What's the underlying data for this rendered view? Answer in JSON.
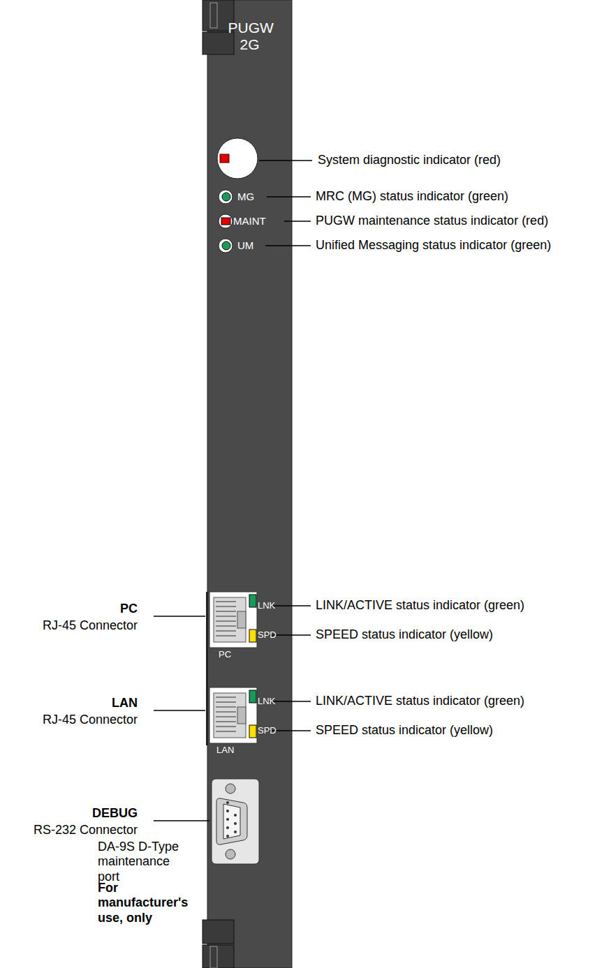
{
  "diagram": {
    "nodes": [
      {
        "text": [
          "PUGW 2G"
        ]
      }
    ],
    "labels": [
      "System diagnostic indicator (red)",
      "MG",
      "MRC (MG) status indicator (green)",
      "MAINT",
      "PUGW maintenance status indicator (red)",
      "UM",
      "Unified Messaging status indicator (green)",
      "PC",
      "RJ-45 Connector",
      "LNK",
      "LINK/ACTIVE status indicator (green)",
      "SPD",
      "SPEED status indicator (yellow)",
      "PC",
      "LAN",
      "RJ-45 Connector",
      "LNK",
      "LINK/ACTIVE status indicator (green)",
      "SPD",
      "SPEED status indicator (yellow)",
      "LAN",
      "DEBUG",
      "RS-232 Connector",
      "DA-9S  D-Type maintenance port",
      "For manufacturer's use, only"
    ]
  }
}
